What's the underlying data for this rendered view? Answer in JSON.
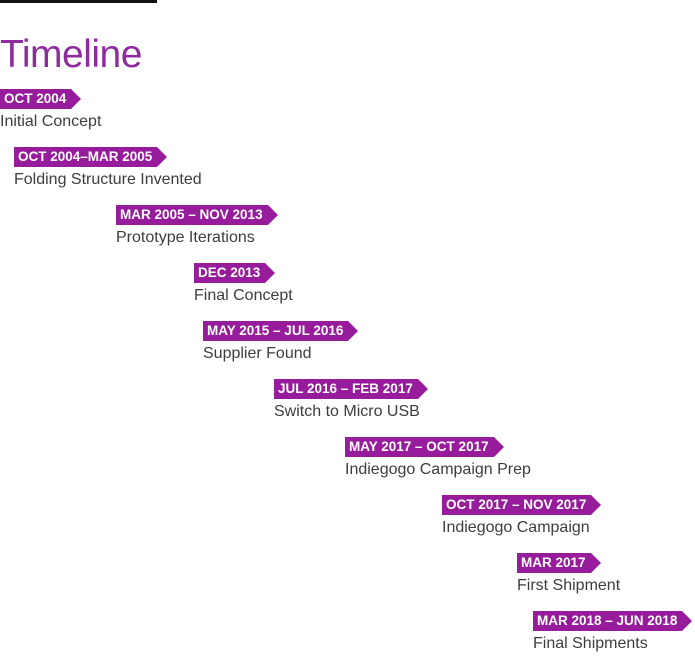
{
  "title": "Timeline",
  "colors": {
    "title": "#8e2c9e",
    "tag_background": "#971c9c",
    "tag_text": "#ffffff",
    "label_text": "#3d3d3d",
    "top_rule": "#111111"
  },
  "timeline": {
    "entries": [
      {
        "date": "OCT 2004",
        "label": "Initial Concept"
      },
      {
        "date": "OCT 2004–MAR 2005",
        "label": "Folding Structure Invented"
      },
      {
        "date": "MAR 2005 – NOV 2013",
        "label": "Prototype Iterations"
      },
      {
        "date": "DEC 2013",
        "label": "Final Concept"
      },
      {
        "date": "MAY 2015 – JUL 2016",
        "label": "Supplier Found"
      },
      {
        "date": "JUL 2016 – FEB 2017",
        "label": "Switch to Micro USB"
      },
      {
        "date": "MAY 2017 – OCT 2017",
        "label": "Indiegogo Campaign Prep"
      },
      {
        "date": "OCT 2017 – NOV 2017",
        "label": "Indiegogo Campaign"
      },
      {
        "date": "MAR 2017",
        "label": "First Shipment"
      },
      {
        "date": "MAR 2018 – JUN 2018",
        "label": "Final Shipments"
      }
    ]
  }
}
